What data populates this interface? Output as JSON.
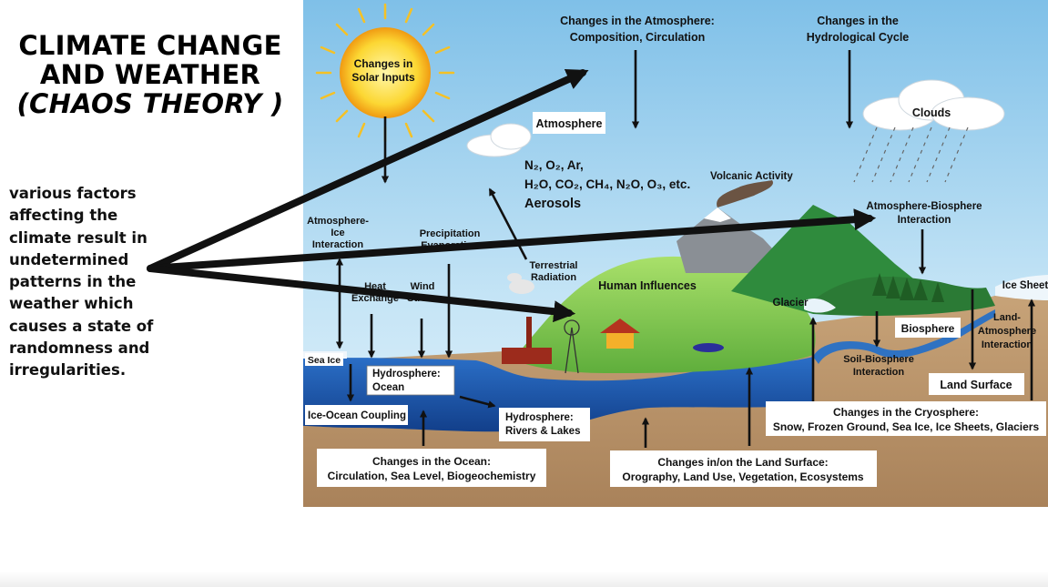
{
  "title": {
    "line1": "CLIMATE CHANGE",
    "line2": "AND WEATHER",
    "line3": "(CHAOS THEORY )"
  },
  "description": "various factors affecting the climate result in undetermined patterns in the weather which causes a state of randomness and irregularities.",
  "diagram": {
    "sun": {
      "line1": "Changes in",
      "line2": "Solar Inputs"
    },
    "atmosphere_changes": {
      "line1": "Changes in the Atmosphere:",
      "line2": "Composition, Circulation"
    },
    "hydro_cycle": {
      "line1": "Changes in the",
      "line2": "Hydrological Cycle"
    },
    "atmosphere": "Atmosphere",
    "clouds": "Clouds",
    "gases": {
      "line1": "N₂, O₂, Ar,",
      "line2": "H₂O, CO₂, CH₄, N₂O, O₃, etc.",
      "line3": "Aerosols"
    },
    "volcanic": "Volcanic Activity",
    "atm_bio": {
      "line1": "Atmosphere-Biosphere",
      "line2": "Interaction"
    },
    "atm_ice": {
      "line1": "Atmosphere-",
      "line2": "Ice",
      "line3": "Interaction"
    },
    "precip": {
      "line1": "Precipitation",
      "line2": "Evaporation"
    },
    "terrestrial": {
      "line1": "Terrestrial",
      "line2": "Radiation"
    },
    "heat": {
      "line1": "Heat",
      "line2": "Exchange"
    },
    "wind": {
      "line1": "Wind",
      "line2": "Stress"
    },
    "human": "Human Influences",
    "glacier": "Glacier",
    "ice_sheet": "Ice Sheet",
    "biosphere": "Biosphere",
    "land_atm": {
      "line1": "Land-",
      "line2": "Atmosphere",
      "line3": "Interaction"
    },
    "sea_ice": "Sea Ice",
    "hydrosphere_ocean": {
      "line1": "Hydrosphere:",
      "line2": "Ocean"
    },
    "soil_bio": {
      "line1": "Soil-Biosphere",
      "line2": "Interaction"
    },
    "land_surface": "Land Surface",
    "ice_ocean": "Ice-Ocean Coupling",
    "rivers": {
      "line1": "Hydrosphere:",
      "line2": "Rivers & Lakes"
    },
    "cryosphere": {
      "line1": "Changes in the Cryosphere:",
      "line2": "Snow, Frozen Ground, Sea Ice, Ice Sheets, Glaciers"
    },
    "ocean_changes": {
      "line1": "Changes in the Ocean:",
      "line2": "Circulation, Sea Level, Biogeochemistry"
    },
    "land_changes": {
      "line1": "Changes in/on the Land Surface:",
      "line2": "Orography, Land Use, Vegetation, Ecosystems"
    }
  },
  "colors": {
    "sky_top": "#a9d5ef",
    "ocean": "#1d55a8",
    "land": "#bf9b72",
    "hill": "#8ccf55",
    "mountain": "#2e8a3c",
    "sun": "#f6b417"
  }
}
